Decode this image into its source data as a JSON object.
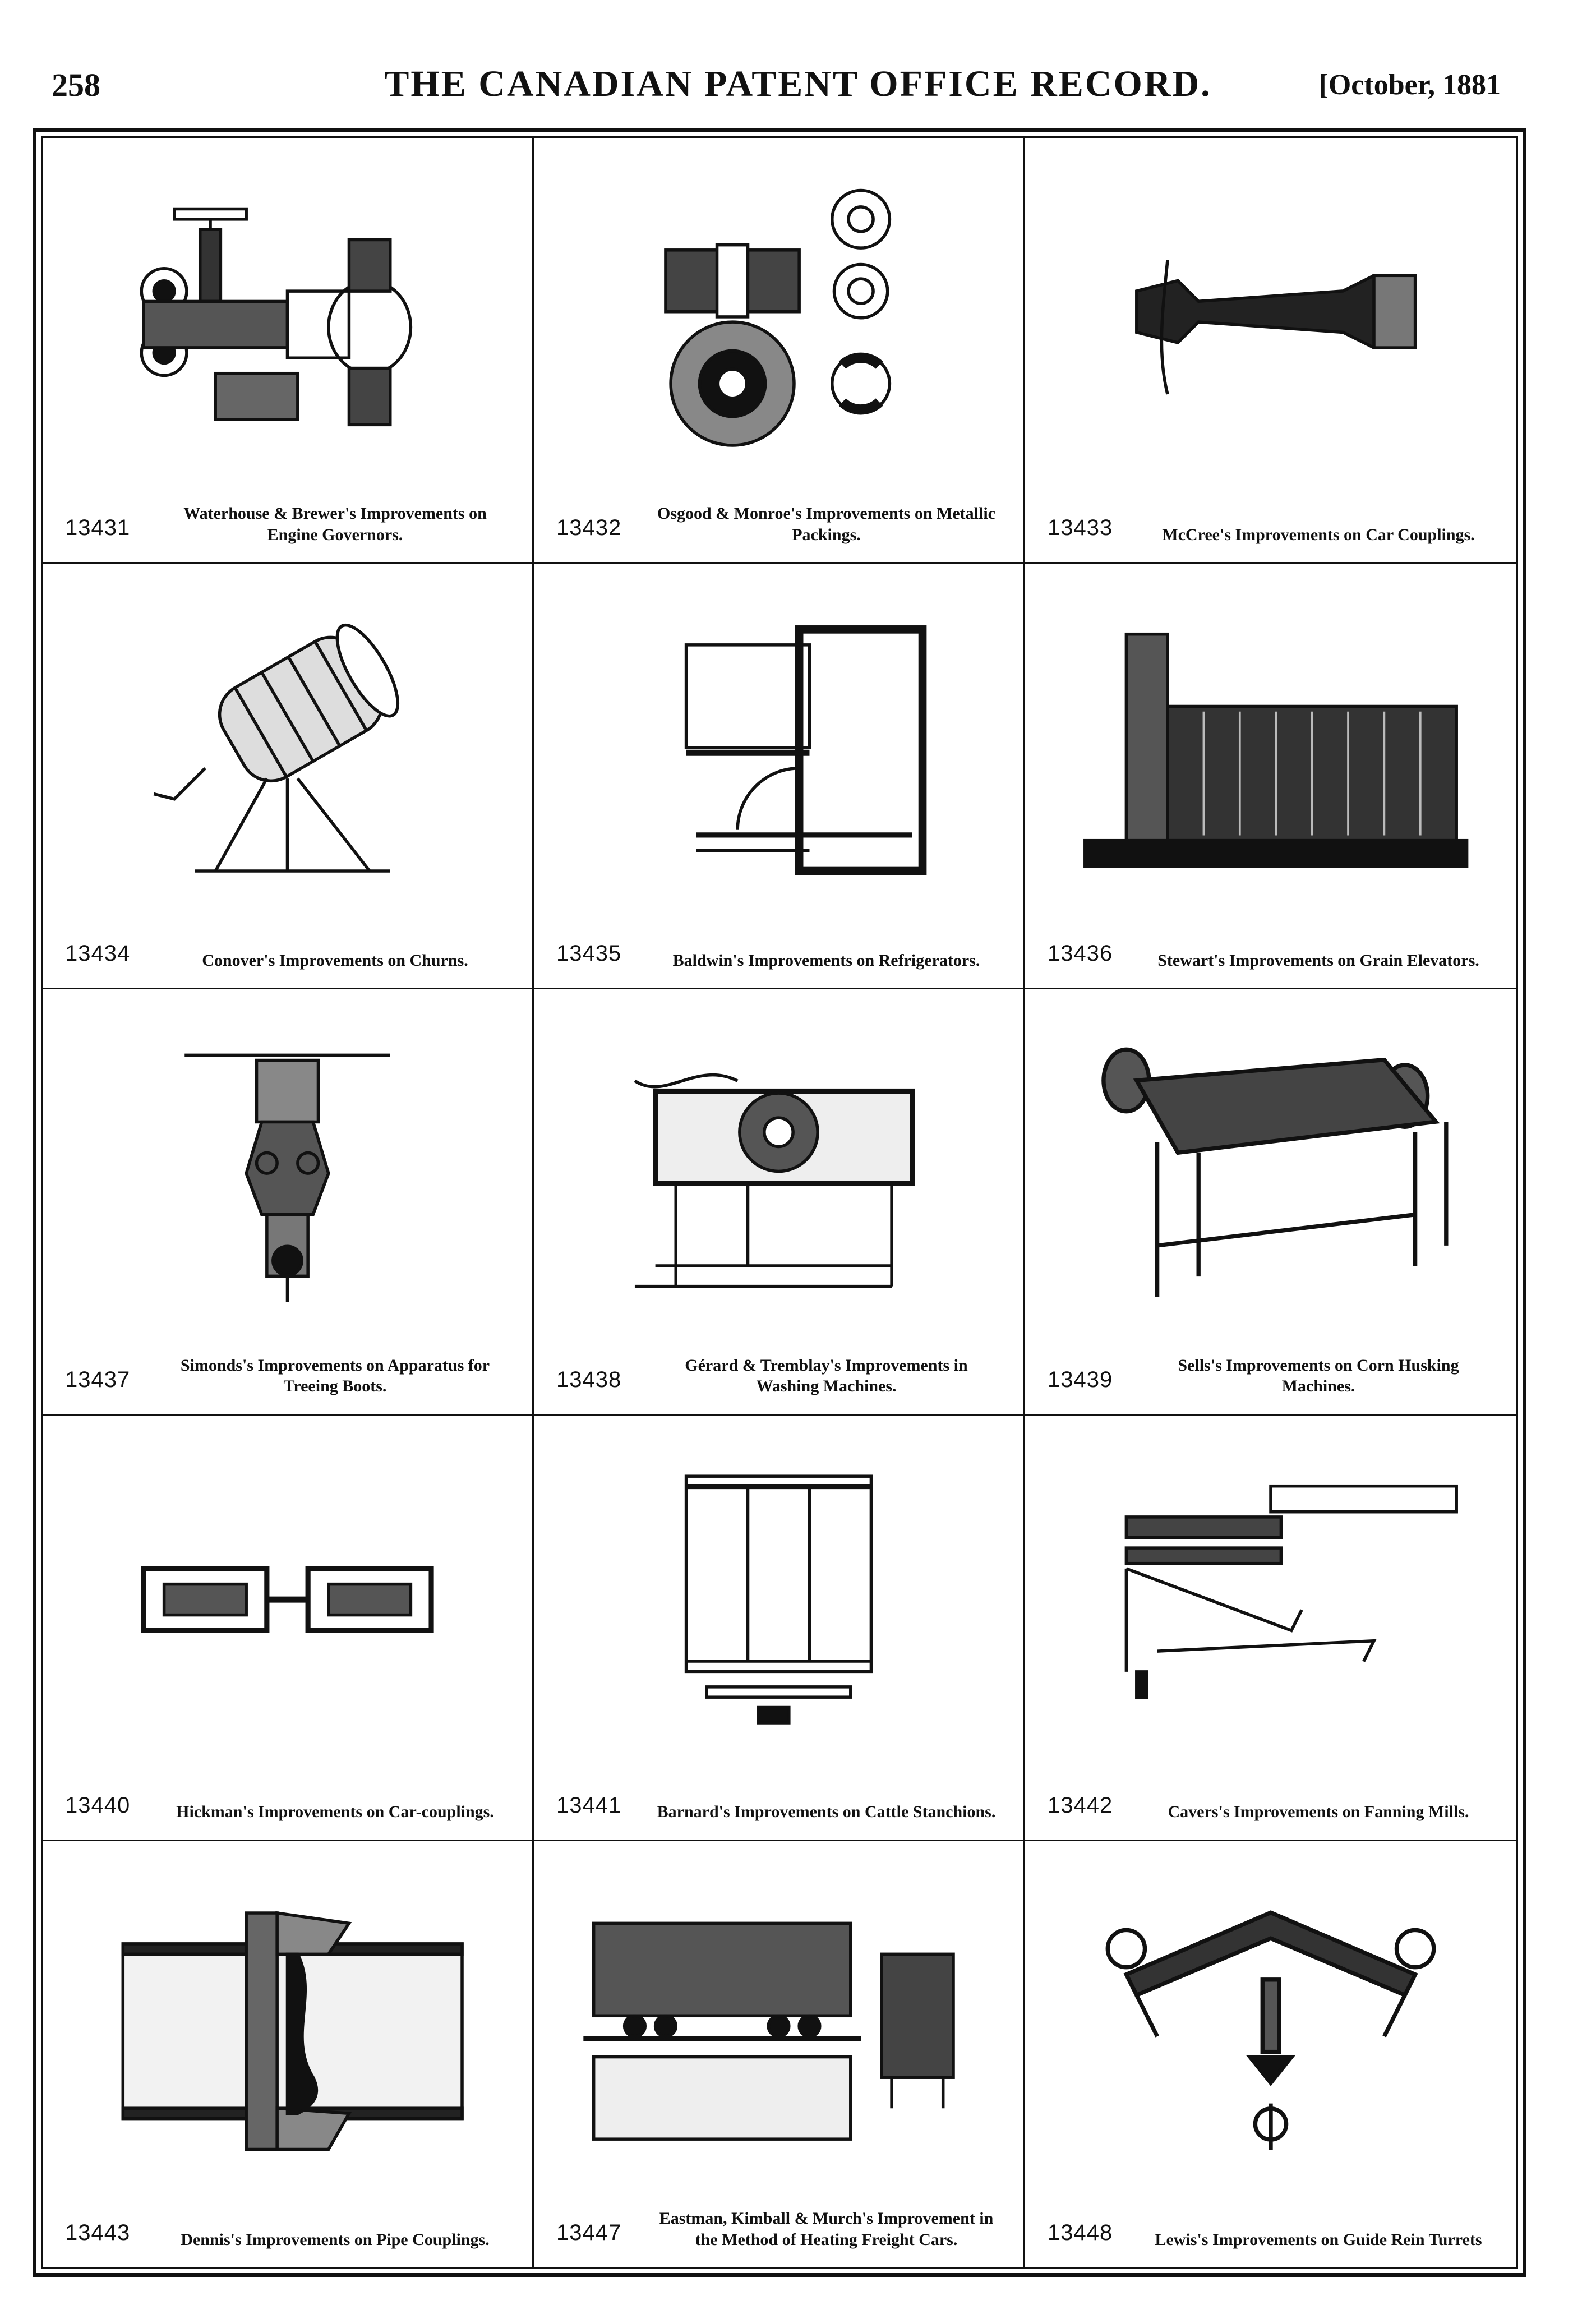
{
  "header": {
    "page_number": "258",
    "title": "THE CANADIAN PATENT OFFICE RECORD.",
    "date": "[October, 1881"
  },
  "entries": [
    {
      "number": "13431",
      "caption": "Waterhouse & Brewer's Improvements on Engine Governors."
    },
    {
      "number": "13432",
      "caption": "Osgood & Monroe's Improvements on Metallic Packings."
    },
    {
      "number": "13433",
      "caption": "McCree's Improvements on Car Couplings."
    },
    {
      "number": "13434",
      "caption": "Conover's Improvements on Churns."
    },
    {
      "number": "13435",
      "caption": "Baldwin's Improvements on Refrigerators."
    },
    {
      "number": "13436",
      "caption": "Stewart's Improvements on Grain Elevators."
    },
    {
      "number": "13437",
      "caption": "Simonds's Improvements on Apparatus for Treeing Boots."
    },
    {
      "number": "13438",
      "caption": "Gérard & Tremblay's Improvements in Washing Machines."
    },
    {
      "number": "13439",
      "caption": "Sells's Improvements on Corn Husking Machines."
    },
    {
      "number": "13440",
      "caption": "Hickman's Improvements on Car-couplings."
    },
    {
      "number": "13441",
      "caption": "Barnard's Improvements on Cattle Stanchions."
    },
    {
      "number": "13442",
      "caption": "Cavers's Improvements on Fanning Mills."
    },
    {
      "number": "13443",
      "caption": "Dennis's Improvements on Pipe Couplings."
    },
    {
      "number": "13447",
      "caption": "Eastman, Kimball & Murch's Improvement in the Method of Heating Freight Cars."
    },
    {
      "number": "13448",
      "caption": "Lewis's Improvements on Guide Rein Turrets"
    }
  ]
}
